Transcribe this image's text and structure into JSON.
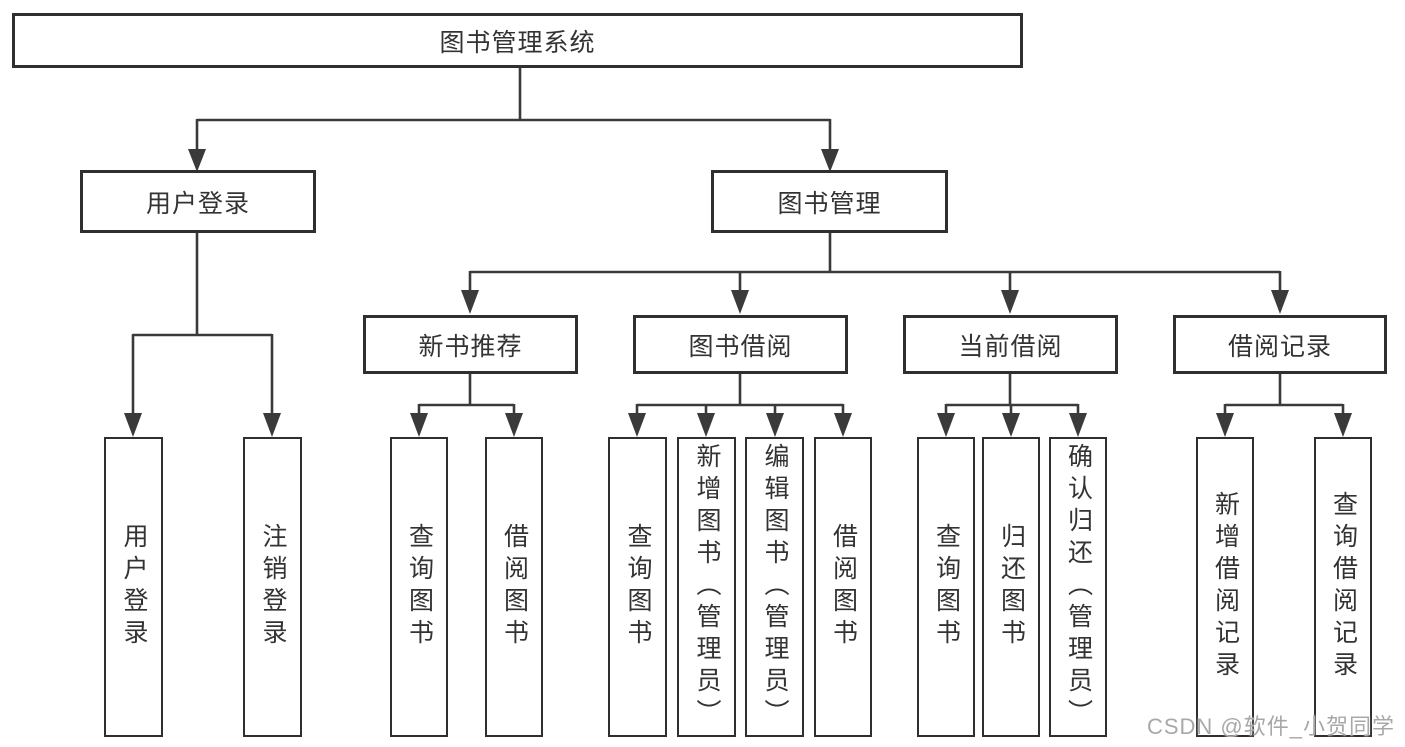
{
  "tree": {
    "label": "图书管理系统",
    "children": [
      {
        "label": "用户登录",
        "children": [
          {
            "label": "用户登录"
          },
          {
            "label": "注销登录"
          }
        ]
      },
      {
        "label": "图书管理",
        "children": [
          {
            "label": "新书推荐",
            "children": [
              {
                "label": "查询图书"
              },
              {
                "label": "借阅图书"
              }
            ]
          },
          {
            "label": "图书借阅",
            "children": [
              {
                "label": "查询图书"
              },
              {
                "label": "新增图书（管理员）"
              },
              {
                "label": "编辑图书（管理员）"
              },
              {
                "label": "借阅图书"
              }
            ]
          },
          {
            "label": "当前借阅",
            "children": [
              {
                "label": "查询图书"
              },
              {
                "label": "归还图书"
              },
              {
                "label": "确认归还（管理员）"
              }
            ]
          },
          {
            "label": "借阅记录",
            "children": [
              {
                "label": "新增借阅记录"
              },
              {
                "label": "查询借阅记录"
              }
            ]
          }
        ]
      }
    ]
  },
  "watermark": {
    "text": "CSDN @软件_小贺同学"
  },
  "colors": {
    "line": "#3a3a3a",
    "box_border": "#2f2f2f",
    "text": "#333333",
    "background": "#ffffff",
    "watermark": "#a8a8a8"
  }
}
